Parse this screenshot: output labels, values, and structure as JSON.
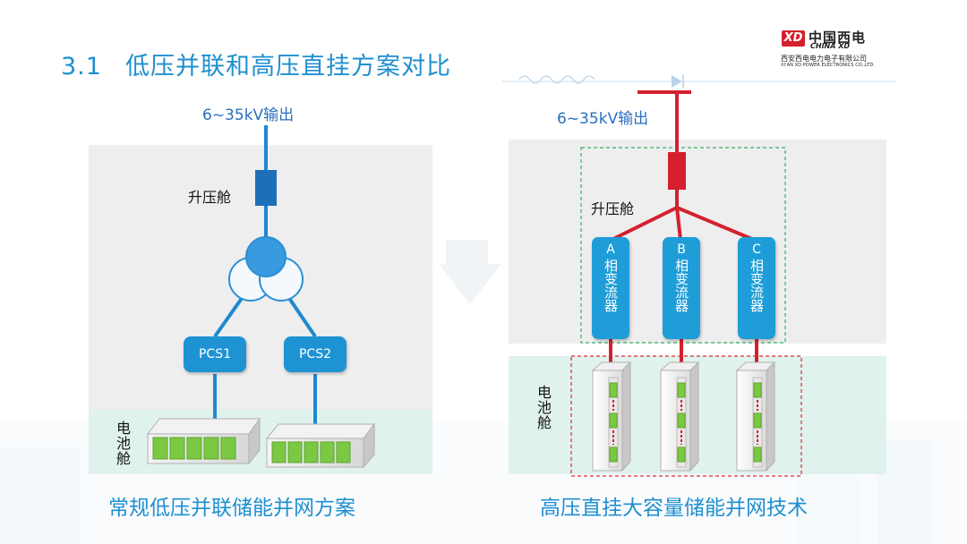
{
  "slide": {
    "title_num": "3.1",
    "title_text": "低压并联和高压直挂方案对比"
  },
  "logo": {
    "mark": "XD",
    "name_cn": "中国西电",
    "name_en": "CHINA XD",
    "company_cn": "西安西电电力电子有限公司",
    "company_en": "XI'AN XD POWER ELECTRONICS CO.,LTD."
  },
  "left": {
    "output": "6~35kV输出",
    "booster": "升压舱",
    "pcs1": "PCS1",
    "pcs2": "PCS2",
    "battery": "电池舱",
    "caption": "常规低压并联储能并网方案"
  },
  "right": {
    "output": "6~35kV输出",
    "booster": "升压舱",
    "phases": [
      {
        "letter": "A",
        "rest": "相变流器"
      },
      {
        "letter": "B",
        "rest": "相变流器"
      },
      {
        "letter": "C",
        "rest": "相变流器"
      }
    ],
    "battery": "电池舱",
    "caption": "高压直挂大容量储能并网技术"
  },
  "colors": {
    "title": "#1f8fd0",
    "left_line": "#1e88d0",
    "right_line": "#d4202e",
    "panel_grey": "#eeeeee",
    "panel_teal": "#e0f2ee",
    "module_green": "#7bc943"
  }
}
